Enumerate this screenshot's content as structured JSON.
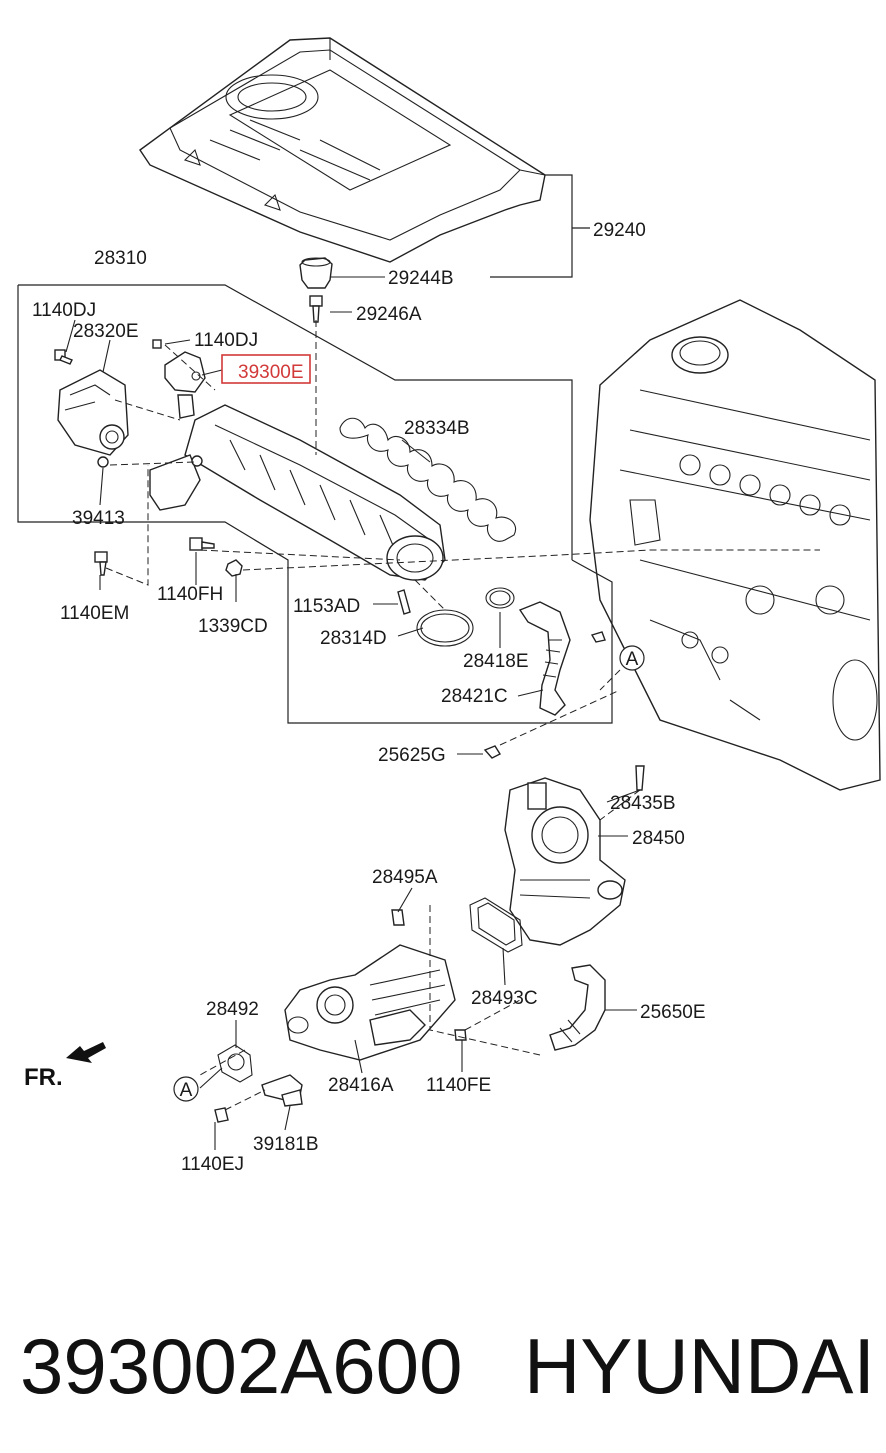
{
  "labels": {
    "p29240": "29240",
    "p29244B": "29244B",
    "p29246A": "29246A",
    "p28310": "28310",
    "p1140DJ_left": "1140DJ",
    "p28320E": "28320E",
    "p1140DJ_right": "1140DJ",
    "p39300E": "39300E",
    "p28334B": "28334B",
    "p39413": "39413",
    "p1140EM": "1140EM",
    "p1140FH": "1140FH",
    "p1339CD": "1339CD",
    "p1153AD": "1153AD",
    "p28314D": "28314D",
    "p28418E": "28418E",
    "p28421C": "28421C",
    "p25625G": "25625G",
    "p28435B": "28435B",
    "p28450": "28450",
    "p28495A": "28495A",
    "p28493C": "28493C",
    "p25650E": "25650E",
    "p28492": "28492",
    "p28416A": "28416A",
    "p1140FE": "1140FE",
    "p39181B": "39181B",
    "p1140EJ": "1140EJ"
  },
  "markers": {
    "ref_a_top": "A",
    "ref_a_bottom": "A"
  },
  "direction": {
    "front": "FR."
  },
  "footer": {
    "part_number": "393002A600",
    "brand": "HYUNDAI"
  },
  "highlight": {
    "part": "39300E",
    "color": "#d23a3a"
  }
}
